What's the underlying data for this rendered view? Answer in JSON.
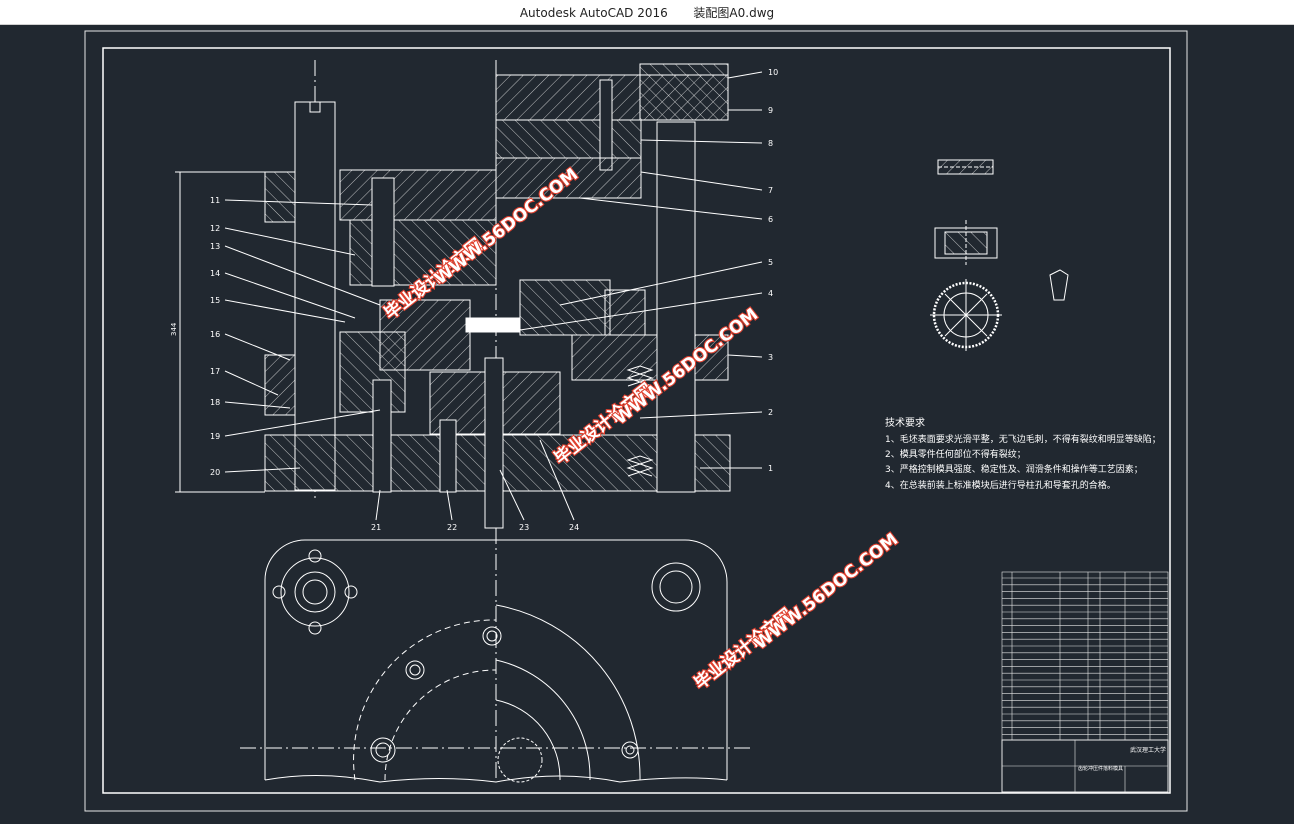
{
  "window": {
    "app_name": "Autodesk AutoCAD 2016",
    "file_name": "装配图A0.dwg"
  },
  "drawing": {
    "part_numbers_right": [
      "10",
      "9",
      "8",
      "7",
      "6",
      "5",
      "4",
      "3",
      "2",
      "1"
    ],
    "part_numbers_left": [
      "11",
      "12",
      "13",
      "14",
      "15",
      "16",
      "17",
      "18",
      "19",
      "20"
    ],
    "part_numbers_bottom": [
      "21",
      "22",
      "23",
      "24"
    ],
    "dimension_height": "344",
    "tech_requirements": {
      "title": "技术要求",
      "items": [
        "1、毛坯表面要求光滑平整，无飞边毛刺，不得有裂纹和明显等缺陷；",
        "2、模具零件任何部位不得有裂纹；",
        "3、严格控制模具强度、稳定性及、润滑条件和操作等工艺因素；",
        "4、在总装前装上标准模块后进行导柱孔和导套孔的合格。"
      ]
    },
    "title_block": {
      "school": "武汉理工大学",
      "drawing_name": "齿轮冲压件落料模具"
    },
    "watermarks": [
      {
        "site": "毕业设计论文网",
        "url": "WWW.56DOC.COM"
      },
      {
        "site": "毕业设计论文网",
        "url": "WWW.56DOC.COM"
      },
      {
        "site": "毕业设计论文网",
        "url": "WWW.56DOC.COM"
      },
      {
        "site": "毕业设计论文网",
        "url": "WWW.56DOC.COM"
      }
    ]
  }
}
